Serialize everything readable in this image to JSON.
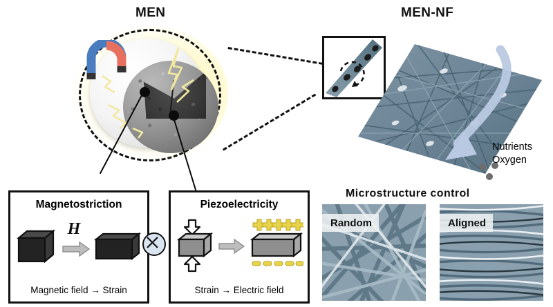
{
  "figure": {
    "men_title": "MEN",
    "mennf_title": "MEN-NF",
    "microstructure_title": "Microstructure control"
  },
  "nanoparticle": {
    "magnet_icon": "horseshoe-magnet-icon",
    "magnet_north_color": "#e8705f",
    "magnet_south_color": "#4a7cc0",
    "core_label_target": "Magnetostriction",
    "shell_label_target": "Piezoelectricity",
    "glow_color": "#fff49a"
  },
  "mechanisms": [
    {
      "id": "magnetostriction",
      "title": "Magnetostriction",
      "caption": "Magnetic field → Strain",
      "symbol": "H",
      "cube_color": "#232323",
      "cube_top_color": "#4a4a4a",
      "cube_side_color": "#3a3a3a"
    },
    {
      "id": "piezoelectricity",
      "title": "Piezoelectricity",
      "caption": "Strain → Electric field",
      "cube_color": "#8f8f8f",
      "cube_top_color": "#c9c9c9",
      "cube_side_color": "#a8a8a8",
      "charge_color": "#e8d44a",
      "plus_count": 5,
      "minus_count": 5,
      "plus_symbol": "+",
      "minus_symbol": "–"
    }
  ],
  "operator": {
    "symbol": "⊗",
    "name": "multiply-operator",
    "fill": "#d9e6f2"
  },
  "scaffold": {
    "fiber_color": "#6b8395",
    "flow_arrow_color": "#b9c9e2",
    "nutrients_line1": "Nutrients",
    "nutrients_line2": "Oxygen",
    "inset_caption": "nanoparticle-embedded-fiber"
  },
  "microstructure": {
    "panels": [
      {
        "label": "Random",
        "id": "random"
      },
      {
        "label": "Aligned",
        "id": "aligned"
      }
    ],
    "fiber_color": "#6b8395",
    "background_color": "#8aa0ae"
  }
}
